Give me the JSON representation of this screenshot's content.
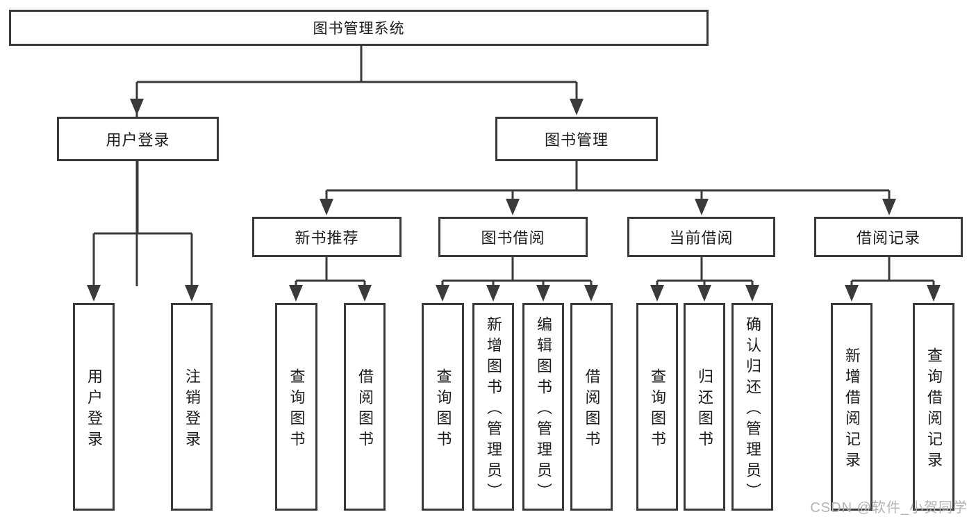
{
  "colors": {
    "line": "#3a3a3a",
    "text": "#1c1c1c",
    "background": "#ffffff",
    "watermark_text": "#b3b3b3"
  },
  "tree": {
    "label": "图书管理系统",
    "children": [
      {
        "label": "用户登录",
        "children": [
          {
            "label": "用户登录"
          },
          {
            "label": "注销登录"
          }
        ]
      },
      {
        "label": "图书管理",
        "children": [
          {
            "label": "新书推荐",
            "children": [
              {
                "label": "查询图书"
              },
              {
                "label": "借阅图书"
              }
            ]
          },
          {
            "label": "图书借阅",
            "children": [
              {
                "label": "查询图书"
              },
              {
                "label": "新增图书（管理员）"
              },
              {
                "label": "编辑图书（管理员）"
              },
              {
                "label": "借阅图书"
              }
            ]
          },
          {
            "label": "当前借阅",
            "children": [
              {
                "label": "查询图书"
              },
              {
                "label": "归还图书"
              },
              {
                "label": "确认归还（管理员）"
              }
            ]
          },
          {
            "label": "借阅记录",
            "children": [
              {
                "label": "新增借阅记录"
              },
              {
                "label": "查询借阅记录"
              }
            ]
          }
        ]
      }
    ]
  },
  "watermark": "CSDN @软件_小贺同学"
}
